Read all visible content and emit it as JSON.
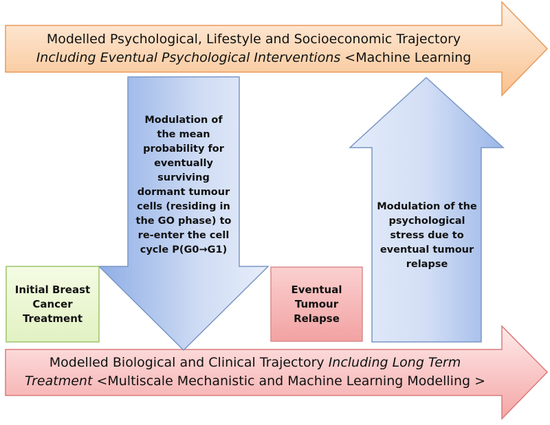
{
  "top_arrow": {
    "line1": "Modelled Psychological, Lifestyle and Socioeconomic Trajectory",
    "line2_italic": "Including Eventual Psychological Interventions",
    "line2_rest": " <Machine Learning"
  },
  "bottom_arrow": {
    "line1_plain": "Modelled Biological and Clinical Trajectory ",
    "line1_italic": "Including Long Term",
    "line2_italic": "Treatment",
    "line2_rest": " <Multiscale Mechanistic and Machine Learning Modelling >"
  },
  "down_arrow": {
    "text": "Modulation of the mean probability for eventually surviving dormant tumour cells (residing in the GO phase) to re-enter the cell cycle P(G0→G1)"
  },
  "up_arrow": {
    "text": "Modulation of the psychological stress due to eventual tumour relapse"
  },
  "initial_box": {
    "text": "Initial Breast Cancer Treatment"
  },
  "relapse_box": {
    "text": "Eventual Tumour Relapse"
  },
  "colors": {
    "orange_light": "#fde4cf",
    "orange_dark": "#f7b47a",
    "orange_stroke": "#e89a5a",
    "red_light": "#fde0e0",
    "red_dark": "#f4a0a0",
    "red_stroke": "#d97a7a",
    "blue_light": "#dfe9f8",
    "blue_dark": "#8fb0e6",
    "blue_stroke": "#7996c4",
    "green_fill": "#eef8d8",
    "green_stroke": "#9bc46a",
    "pink_fill": "#f7b9b9",
    "pink_stroke": "#d98a8a"
  }
}
